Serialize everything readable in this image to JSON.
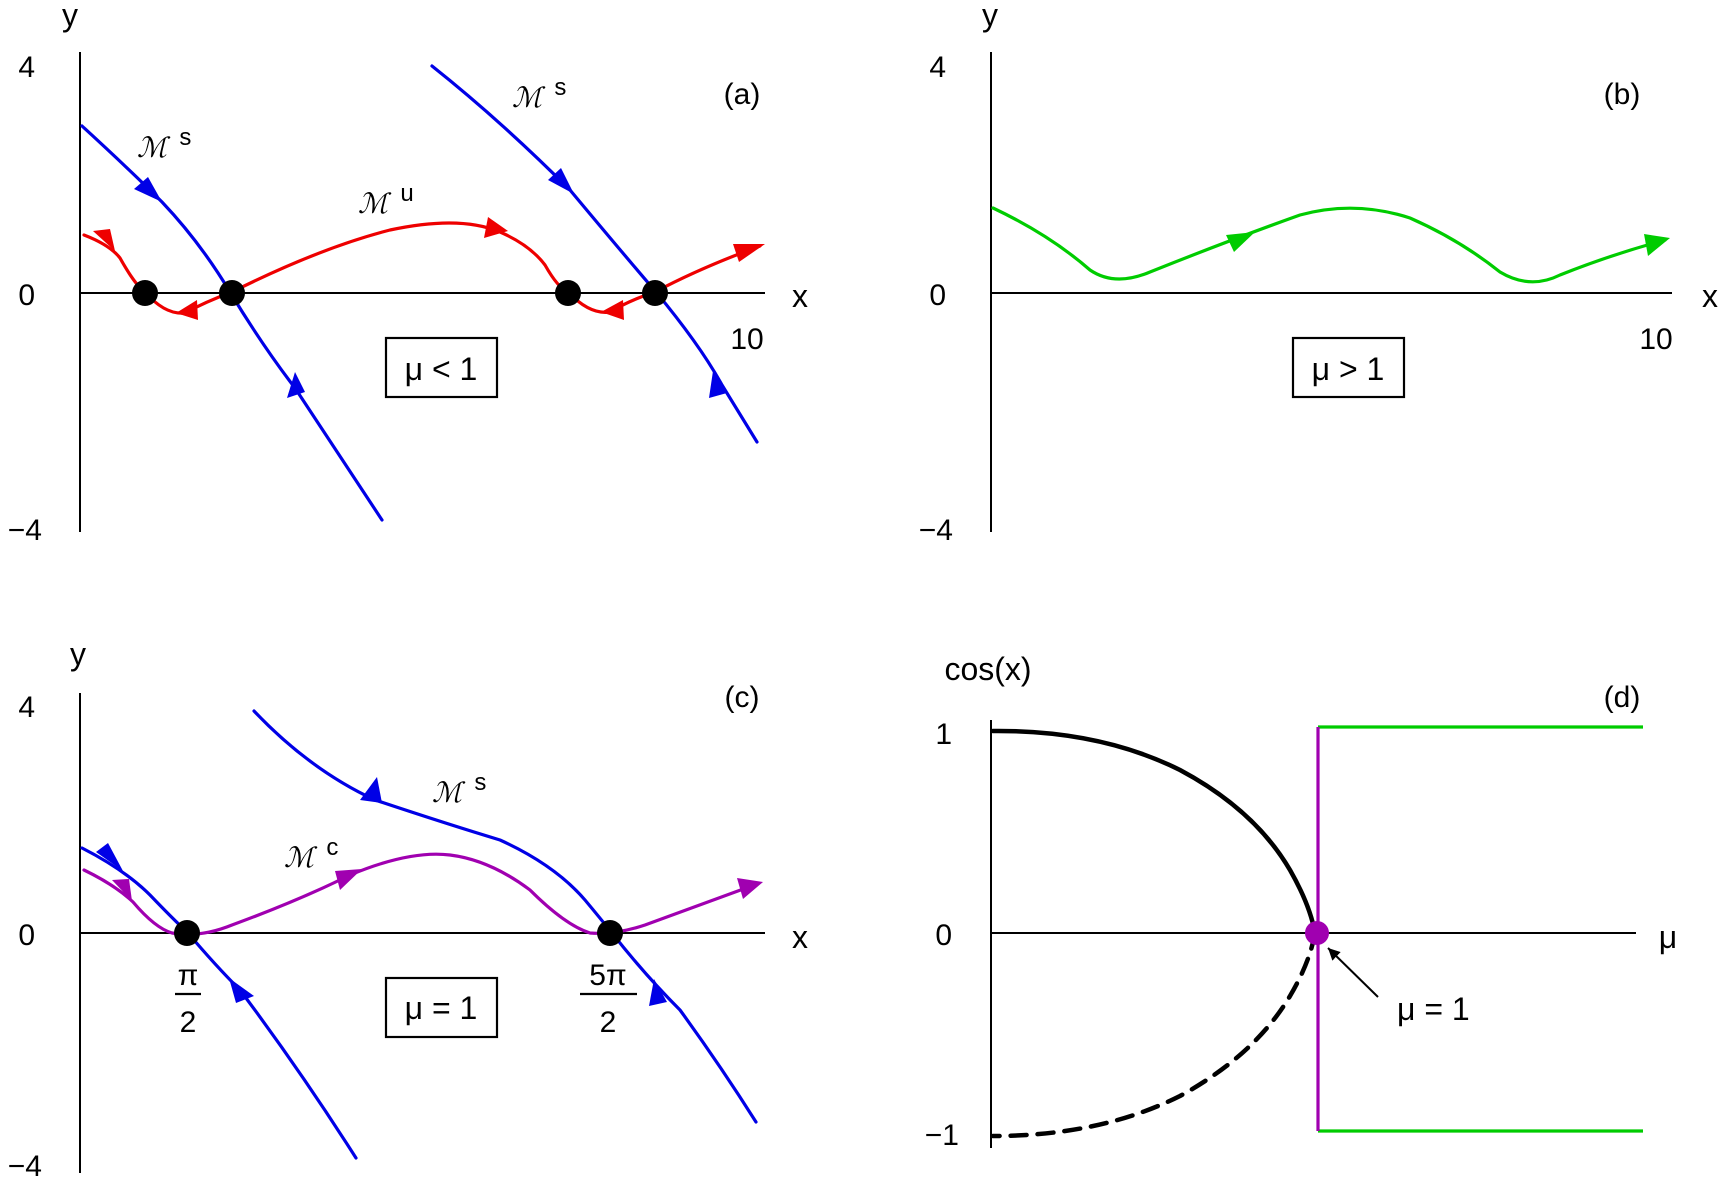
{
  "colors": {
    "stable_manifold": "#0000e6",
    "unstable_manifold": "#ee0000",
    "orbit_mu_gt_1": "#00cc00",
    "center_manifold": "#a000b0",
    "axis": "#000000",
    "fixed_point": "#000000"
  },
  "panels": [
    {
      "id": "a",
      "tag": "(a)",
      "axis_labels": {
        "x": "x",
        "y": "y"
      },
      "y_ticks": [
        "4",
        "0",
        "−4"
      ],
      "x_ticks": [
        "10"
      ],
      "box_label": "μ < 1",
      "manifold_labels": [
        {
          "main": "ℳ",
          "sup": "s"
        },
        {
          "main": "ℳ",
          "sup": "u"
        },
        {
          "main": "ℳ",
          "sup": "s"
        }
      ]
    },
    {
      "id": "b",
      "tag": "(b)",
      "axis_labels": {
        "x": "x",
        "y": "y"
      },
      "y_ticks": [
        "4",
        "0",
        "−4"
      ],
      "x_ticks": [
        "10"
      ],
      "box_label": "μ > 1"
    },
    {
      "id": "c",
      "tag": "(c)",
      "axis_labels": {
        "x": "x",
        "y": "y"
      },
      "y_ticks": [
        "4",
        "0",
        "−4"
      ],
      "box_label": "μ = 1",
      "x_fractions": [
        {
          "num": "π",
          "den": "2"
        },
        {
          "num": "5π",
          "den": "2"
        }
      ],
      "manifold_labels": [
        {
          "main": "ℳ",
          "sup": "c"
        },
        {
          "main": "ℳ",
          "sup": "s"
        }
      ]
    },
    {
      "id": "d",
      "tag": "(d)",
      "axis_labels": {
        "x": "μ",
        "y": "cos(x)"
      },
      "y_ticks": [
        "1",
        "0",
        "−1"
      ],
      "annotation": "μ = 1"
    }
  ]
}
